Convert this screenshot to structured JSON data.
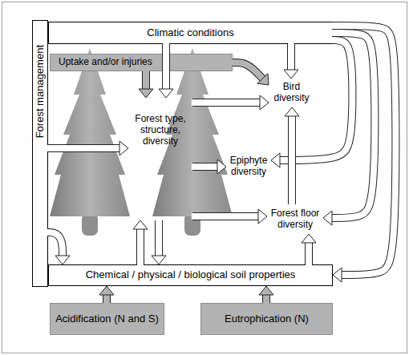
{
  "diagram": {
    "nodes": [
      {
        "text": [
          "Climatic conditions"
        ]
      },
      {
        "text": [
          "Uptake and/or injuries"
        ]
      },
      {
        "text": [
          "Forest management"
        ]
      },
      {
        "text": [
          "Bird diversity"
        ]
      },
      {
        "text": [
          "Forest type, structure, diversity"
        ]
      },
      {
        "text": [
          "Epiphyte diversity"
        ]
      },
      {
        "text": [
          "Forest floor diversity"
        ]
      },
      {
        "text": [
          "Chemical / physical / biological soil properties"
        ]
      },
      {
        "text": [
          "Acidification (N and S)"
        ]
      },
      {
        "text": [
          "Eutrophication (N)"
        ]
      }
    ],
    "edges": [
      {
        "from": 0,
        "to": 3,
        "arrow": "to"
      },
      {
        "from": 0,
        "to": 4,
        "arrow": "to"
      },
      {
        "from": 1,
        "to": 4,
        "arrow": "to"
      },
      {
        "from": 1,
        "to": 3,
        "arrow": "to"
      },
      {
        "from": 0,
        "to": 5,
        "arrow": "to"
      },
      {
        "from": 0,
        "to": 6,
        "arrow": "to"
      },
      {
        "from": 0,
        "to": 7,
        "arrow": "to"
      },
      {
        "from": 2,
        "to": 4,
        "arrow": "to"
      },
      {
        "from": 2,
        "to": 7,
        "arrow": "to"
      },
      {
        "from": 4,
        "to": 3,
        "arrow": "to"
      },
      {
        "from": 4,
        "to": 5,
        "arrow": "to"
      },
      {
        "from": 4,
        "to": 6,
        "arrow": "to"
      },
      {
        "from": 6,
        "to": 3,
        "arrow": "to"
      },
      {
        "from": 7,
        "to": 6,
        "arrow": "to"
      },
      {
        "from": 7,
        "to": 4,
        "arrow": "to"
      },
      {
        "from": 4,
        "to": 7,
        "arrow": "to"
      },
      {
        "from": 8,
        "to": 7,
        "arrow": "to"
      },
      {
        "from": 9,
        "to": 7,
        "arrow": "to"
      }
    ]
  }
}
